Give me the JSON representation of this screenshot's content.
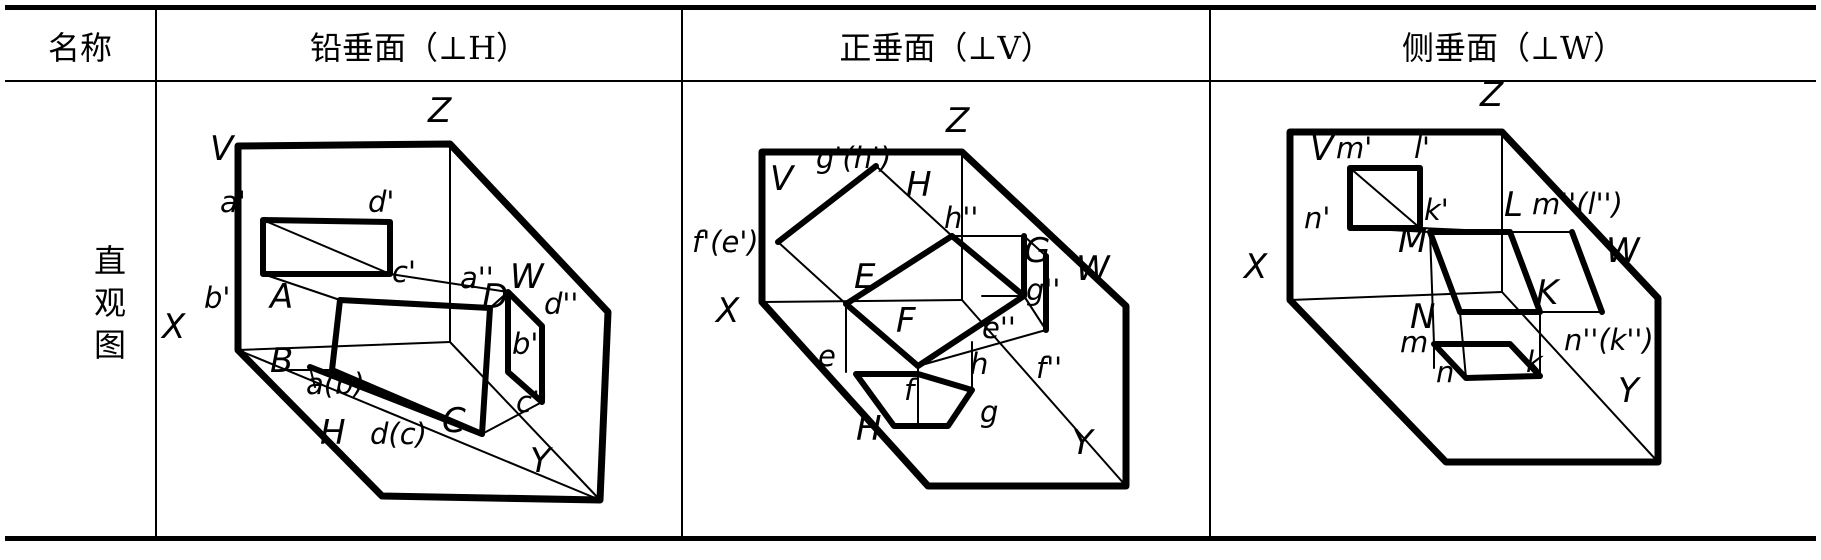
{
  "table": {
    "headers": [
      "名称",
      "铅垂面（⊥H）",
      "正垂面（⊥V）",
      "侧垂面（⊥W）"
    ],
    "row_label": [
      "直",
      "观",
      "图"
    ]
  },
  "figures": {
    "lead_plane": {
      "labels": [
        "Z",
        "V",
        "a'",
        "d'",
        "c'",
        "a''",
        "W",
        "d''",
        "X",
        "b'",
        "A",
        "D",
        "b''",
        "B",
        "a(b)",
        "c''",
        "H",
        "d(c)",
        "C",
        "Y"
      ]
    },
    "front_plane": {
      "labels": [
        "Z",
        "V",
        "g'(h')",
        "H",
        "h''",
        "f'(e')",
        "G",
        "W",
        "E",
        "g''",
        "X",
        "F",
        "e''",
        "e",
        "h",
        "f''",
        "f",
        "g",
        "H",
        "Y"
      ]
    },
    "side_plane": {
      "labels": [
        "Z",
        "V",
        "m'",
        "l'",
        "n'",
        "k'",
        "L",
        "m''(l'')",
        "M",
        "W",
        "X",
        "K",
        "N",
        "n''(k'')",
        "m",
        "k",
        "n",
        "Y"
      ]
    }
  }
}
